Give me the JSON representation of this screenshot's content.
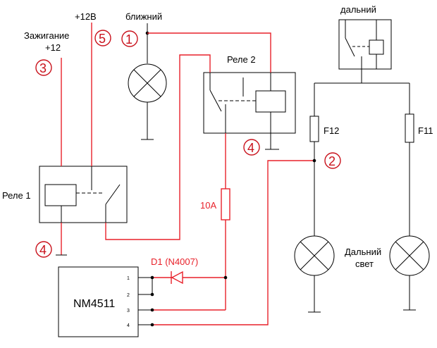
{
  "labels": {
    "ignition_line1": "Зажигание",
    "ignition_line2": "+12",
    "plus12v": "+12В",
    "low_beam": "ближний",
    "high_beam": "дальний",
    "relay1": "Реле 1",
    "relay2": "Реле 2",
    "fuse_10a": "10A",
    "diode": "D1 (N4007)",
    "chip": "NM4511",
    "f12": "F12",
    "f11": "F11",
    "high_light_line1": "Дальний",
    "high_light_line2": "свет"
  },
  "markers": {
    "m1": "1",
    "m2": "2",
    "m3": "3",
    "m4a": "4",
    "m4b": "4",
    "m5": "5"
  },
  "pins": {
    "p1": "1",
    "p2": "2",
    "p3": "3",
    "p4": "4"
  },
  "colors": {
    "wire_black": "#000000",
    "wire_red": "#e8212a",
    "marker_red": "#c9121c"
  }
}
